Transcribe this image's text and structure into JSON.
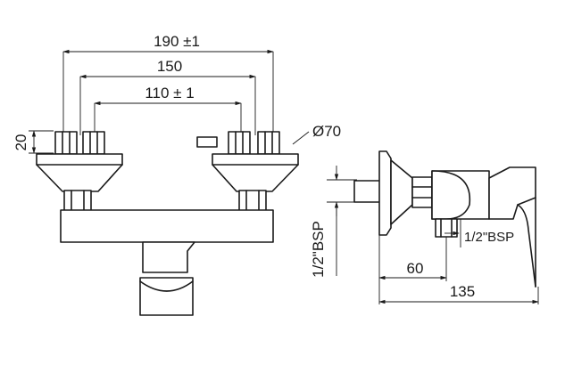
{
  "dimensions": {
    "overall_width": "190 ±1",
    "center_distance": "150",
    "inner_width": "110 ± 1",
    "fitting_height": "20",
    "flange_diameter": "Ø70",
    "inlet_thread": "1/2\"BSP",
    "outlet_thread": "1/2\"BSP",
    "projection_short": "60",
    "projection_total": "135"
  },
  "colors": {
    "line": "#1a1a1a",
    "background": "#ffffff"
  }
}
